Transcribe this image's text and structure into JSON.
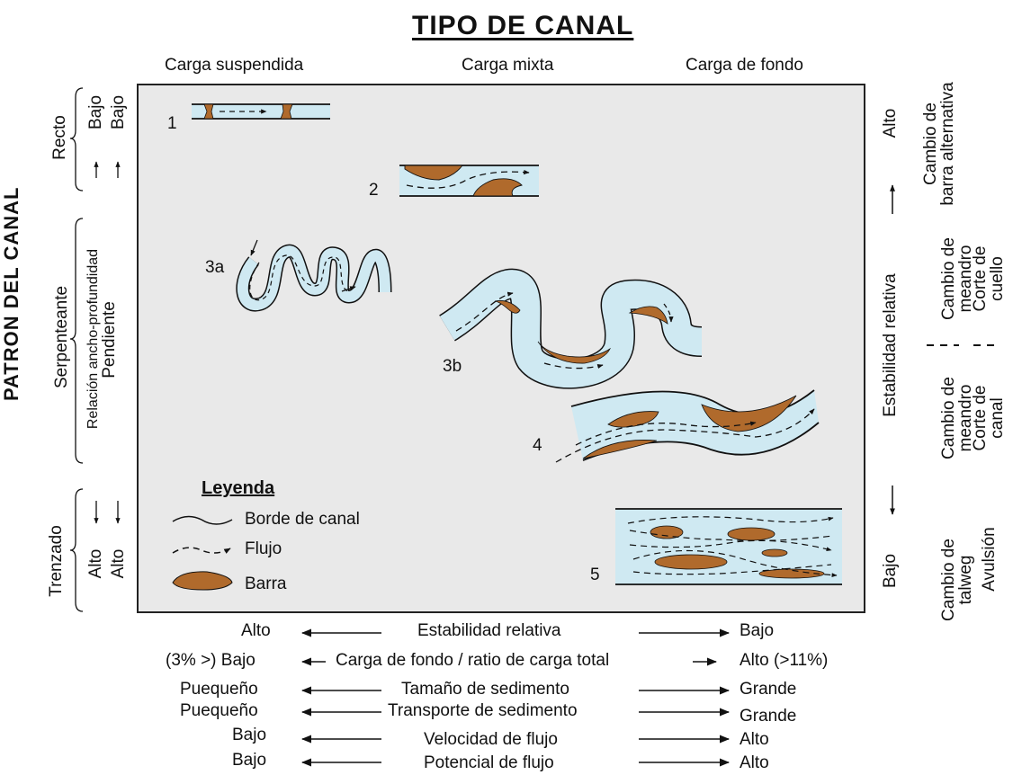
{
  "title": "TIPO DE CANAL",
  "side_title": "PATRON DEL CANAL",
  "columns": [
    "Carga suspendida",
    "Carga mixta",
    "Carga de fondo"
  ],
  "left_groups": {
    "recto": {
      "label": "Recto",
      "col1": "Bajo",
      "col2": "Bajo"
    },
    "serpenteante": {
      "label": "Serpenteante",
      "col1": "Relación ancho-profundidad",
      "col2": "Pendiente"
    },
    "trenzado": {
      "label": "Trenzado",
      "col1": "Alto",
      "col2": "Alto"
    }
  },
  "numbers": [
    "1",
    "2",
    "3a",
    "3b",
    "4",
    "5"
  ],
  "legend": {
    "title": "Leyenda",
    "items": [
      "Borde de canal",
      "Flujo",
      "Barra"
    ]
  },
  "right_axis": {
    "top": "Alto",
    "middle": "Estabilidad relativa",
    "bottom": "Bajo"
  },
  "right_cols": {
    "c1": [
      "Cambio de barra alternativa",
      "Cambio de meandro",
      "Cambio de meandro",
      "Cambio de talweg"
    ],
    "c2": [
      "Corte de cuello",
      "Corte de canal",
      "Avulsión"
    ]
  },
  "bottom_rows": [
    {
      "left": "Alto",
      "center": "Estabilidad relativa",
      "right": "Bajo"
    },
    {
      "left": "(3% >) Bajo",
      "center": "Carga de fondo / ratio de carga total",
      "right": "Alto (>11%)"
    },
    {
      "left": "Puequeño",
      "center": "Tamaño de sedimento",
      "right": "Grande"
    },
    {
      "left": "Puequeño",
      "center": "Transporte de sedimento",
      "right": "Grande"
    },
    {
      "left": "Bajo",
      "center": "Velocidad de flujo",
      "right": "Alto"
    },
    {
      "left": "Bajo",
      "center": "Potencial de flujo",
      "right": "Alto"
    }
  ],
  "colors": {
    "water": "#cfe9f2",
    "bar": "#b06a2c",
    "box": "#e9e9e9"
  }
}
